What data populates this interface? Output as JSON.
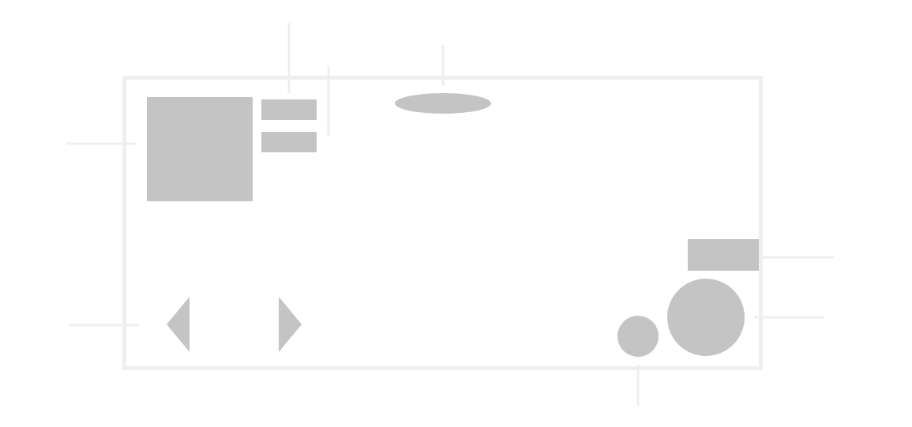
{
  "colors": {
    "background": "#ffffff",
    "frame": "#efefef",
    "callout": "#efefef",
    "placeholder": "#c4c4c4"
  },
  "frame": {
    "icon": "screen-frame"
  },
  "elements": [
    {
      "id": "portrait-image",
      "shape": "square",
      "icon": "image-placeholder"
    },
    {
      "id": "text-line-top",
      "shape": "bar",
      "icon": "text-placeholder"
    },
    {
      "id": "text-line-bottom",
      "shape": "bar",
      "icon": "text-placeholder"
    },
    {
      "id": "top-center-pill",
      "shape": "ellipse",
      "icon": "indicator-placeholder"
    },
    {
      "id": "right-button",
      "shape": "bar",
      "icon": "button-placeholder"
    },
    {
      "id": "large-circle-button",
      "shape": "circle",
      "icon": "action-button"
    },
    {
      "id": "small-circle-button",
      "shape": "circle",
      "icon": "action-button"
    },
    {
      "id": "left-arrow",
      "shape": "triangle",
      "icon": "chevron-left-icon"
    },
    {
      "id": "right-arrow",
      "shape": "triangle",
      "icon": "chevron-right-icon"
    }
  ],
  "callouts": [
    {
      "id": "callout-image",
      "points_to": "portrait-image"
    },
    {
      "id": "callout-text-top",
      "points_to": "text-line-top"
    },
    {
      "id": "callout-text-group",
      "points_to": "text-line-bottom"
    },
    {
      "id": "callout-pill",
      "points_to": "top-center-pill"
    },
    {
      "id": "callout-right-button",
      "points_to": "right-button"
    },
    {
      "id": "callout-large-circle",
      "points_to": "large-circle-button"
    },
    {
      "id": "callout-small-circle",
      "points_to": "small-circle-button"
    },
    {
      "id": "callout-arrows",
      "points_to": "left-arrow"
    }
  ]
}
